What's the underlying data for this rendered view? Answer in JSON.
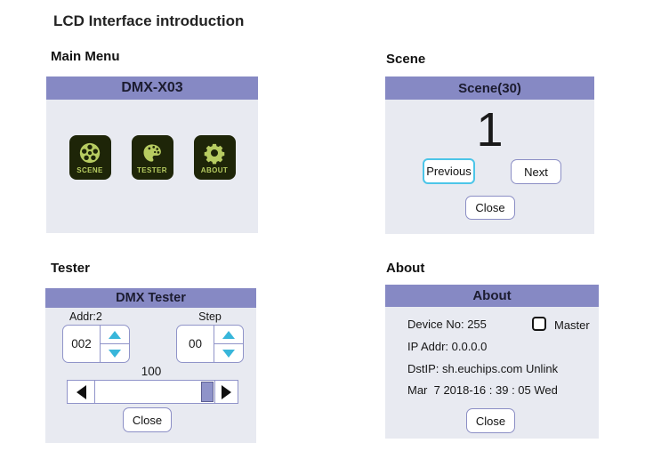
{
  "page": {
    "title": "LCD Interface introduction"
  },
  "panels": {
    "main_menu": {
      "heading": "Main Menu",
      "header": "DMX-X03",
      "icons": [
        {
          "label": "SCENE",
          "icon": "film-reel-icon"
        },
        {
          "label": "TESTER",
          "icon": "palette-icon"
        },
        {
          "label": "ABOUT",
          "icon": "gear-icon"
        }
      ]
    },
    "scene": {
      "heading": "Scene",
      "header": "Scene(30)",
      "value": "1",
      "buttons": {
        "previous": "Previous",
        "next": "Next",
        "close": "Close"
      }
    },
    "tester": {
      "heading": "Tester",
      "header": "DMX Tester",
      "addr_label": "Addr:2",
      "addr_value": "002",
      "step_label": "Step",
      "step_value": "00",
      "slider_value": "100",
      "close_label": "Close"
    },
    "about": {
      "heading": "About",
      "header": "About",
      "lines": [
        "Device No: 255",
        "IP Addr: 0.0.0.0",
        "DstIP: sh.euchips.com Unlink",
        "Mar  7 2018-16 : 39 : 05 Wed"
      ],
      "master_label": "Master",
      "master_checked": false,
      "close_label": "Close"
    }
  },
  "colors": {
    "header_purple": "#8689c4",
    "panel_body": "#e8eaf1",
    "icon_green": "#b7cc61",
    "icon_tile_bg": "#1e2508",
    "spinner_arrow_cyan": "#38b6da",
    "selected_button_border": "#4cc5e8",
    "control_border": "#9094c9",
    "slider_thumb": "#8f93c9"
  }
}
